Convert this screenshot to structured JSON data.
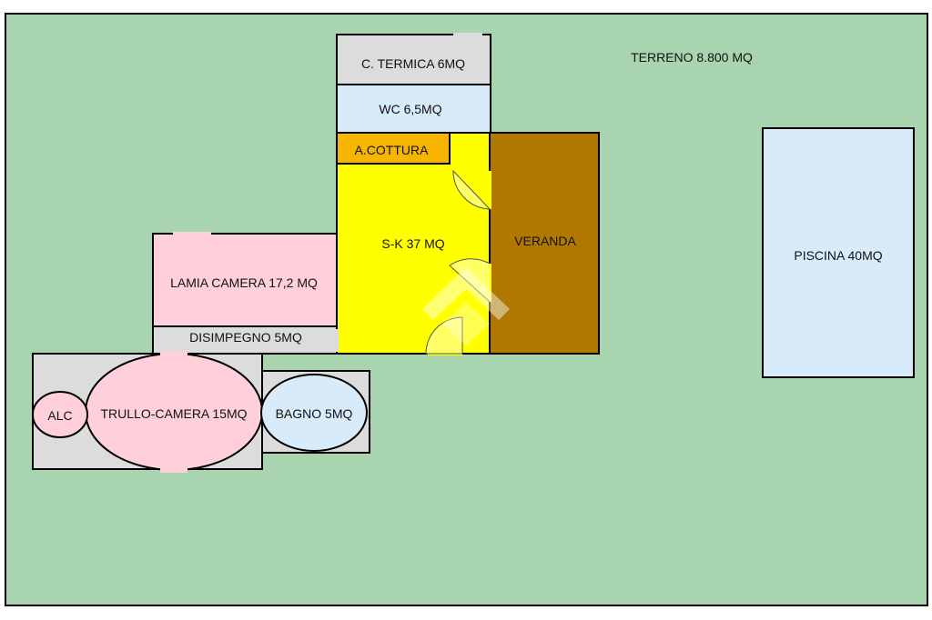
{
  "plan": {
    "terrain_label": "TERRENO 8.800 MQ",
    "rooms": {
      "centrale_termica": "C. TERMICA 6MQ",
      "wc": "WC 6,5MQ",
      "angolo_cottura": "A.COTTURA",
      "soggiorno_cucina": "S-K 37 MQ",
      "veranda": "VERANDA",
      "lamia_camera": "LAMIA CAMERA 17,2 MQ",
      "disimpegno": "DISIMPEGNO 5MQ",
      "alcova": "ALC",
      "trullo_camera": "TRULLO-CAMERA 15MQ",
      "bagno": "BAGNO 5MQ",
      "piscina": "PISCINA 40MQ"
    }
  },
  "colors": {
    "terrain": "#a8d4b0",
    "service": "#dcdcdc",
    "wet_room": "#d8ebfb",
    "kitchen_corner": "#f7b500",
    "living": "#ffff00",
    "veranda": "#b07800",
    "bedroom": "#ffd0d9",
    "wall": "#000000"
  }
}
